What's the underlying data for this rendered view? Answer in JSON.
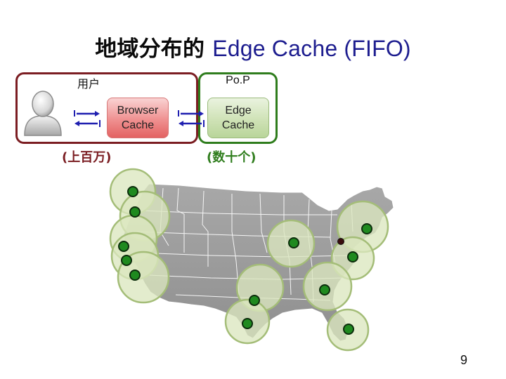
{
  "title": {
    "cn": "地域分布的",
    "en": "Edge Cache (FIFO)"
  },
  "user_box": {
    "label": "用户",
    "sublabel": "(上百万)"
  },
  "pop_box": {
    "label": "Po.P",
    "sublabel": "(数十个)"
  },
  "browser_cache": {
    "label": "Browser\nCache"
  },
  "edge_cache": {
    "label": "Edge\nCache"
  },
  "slide_number": "9",
  "colors": {
    "user_border": "#7b1d22",
    "pop_border": "#2f7d1d",
    "arrow": "#1f1fb0",
    "map": "#9a9a9a",
    "coverage_circle": "#d9e6b8",
    "pop_node": "#1f8a1f"
  },
  "icons": [
    "user-avatar-icon",
    "bidirectional-arrow-icon",
    "us-map",
    "pop-node-icon"
  ]
}
